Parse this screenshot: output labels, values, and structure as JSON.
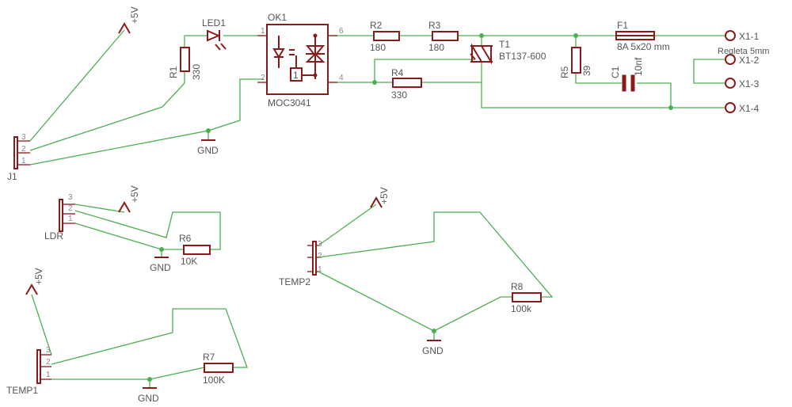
{
  "labels": {
    "vcc": "+5V",
    "gnd": "GND",
    "led1": "LED1",
    "ok1": "OK1",
    "ok1_value": "MOC3041",
    "ok1_pin1": "1",
    "ok1_pin2": "2",
    "ok1_pin4": "4",
    "ok1_pin6": "6",
    "ok1_inner": "1",
    "r1": "R1",
    "r1_value": "330",
    "r2": "R2",
    "r2_value": "180",
    "r3": "R3",
    "r3_value": "180",
    "r4": "R4",
    "r4_value": "330",
    "r5": "R5",
    "r5_value": "39",
    "r6": "R6",
    "r6_value": "10K",
    "r7": "R7",
    "r7_value": "100K",
    "r8": "R8",
    "r8_value": "100k",
    "t1": "T1",
    "t1_value": "BT137-600",
    "f1": "F1",
    "f1_value": "8A 5x20 mm",
    "c1": "C1",
    "c1_value": "10nf",
    "regleta": "Regleta 5mm",
    "x1_1": "X1-1",
    "x1_2": "X1-2",
    "x1_3": "X1-3",
    "x1_4": "X1-4",
    "j1": "J1",
    "ldr": "LDR",
    "temp1": "TEMP1",
    "temp2": "TEMP2",
    "pin1": "1",
    "pin2": "2",
    "pin3": "3"
  },
  "colors": {
    "wire": "#4caf50",
    "part": "#8b1a1a",
    "text": "#555555"
  }
}
